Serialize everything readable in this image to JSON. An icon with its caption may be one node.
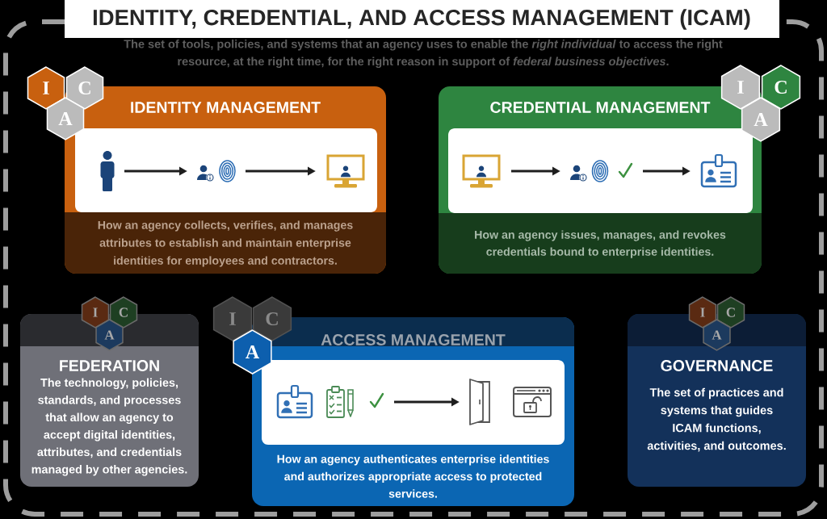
{
  "diagram": {
    "title": "IDENTITY, CREDENTIAL, AND ACCESS MANAGEMENT (ICAM)",
    "nodes": [
      {
        "text": [
          "I"
        ]
      },
      {
        "text": [
          "C"
        ]
      },
      {
        "text": [
          "A"
        ]
      },
      {
        "text": [
          "IDENTITY MANAGEMENT",
          "How an agency collects, verifies, and manages attributes to establish and maintain enterprise identities for employees and contractors."
        ]
      },
      {
        "text": [],
        "shape": "person",
        "in": 3
      },
      {
        "text": [],
        "shape": "picture",
        "in": 3
      },
      {
        "text": [],
        "shape": "picture",
        "in": 3
      },
      {
        "text": [
          "CREDENTIAL MANAGEMENT",
          "How an agency issues, manages, and revokes credentials bound to enterprise identities."
        ]
      },
      {
        "text": [],
        "shape": "picture",
        "in": 7
      },
      {
        "text": [],
        "shape": "picture",
        "in": 7
      },
      {
        "text": [],
        "shape": "picture",
        "in": 7
      },
      {
        "text": [
          "I"
        ]
      },
      {
        "text": [
          "C"
        ]
      },
      {
        "text": [
          "A"
        ]
      },
      {
        "text": [
          "I"
        ]
      },
      {
        "text": [
          "C"
        ]
      },
      {
        "text": [
          "FEDERATION",
          "The technology, policies, standards, and processes that allow an agency to accept digital identities, attributes, and credentials managed by other agencies."
        ]
      },
      {
        "text": [
          "A"
        ],
        "in": 16
      },
      {
        "text": [
          "I"
        ]
      },
      {
        "text": [
          "C"
        ]
      },
      {
        "text": [
          "A"
        ]
      },
      {
        "text": [
          "ACCESS MANAGEMENT",
          "How an agency authenticates enterprise identities and authorizes appropriate access to protected services."
        ]
      },
      {
        "text": [],
        "shape": "picture",
        "in": 21
      },
      {
        "text": [],
        "shape": "picture",
        "in": 21
      },
      {
        "text": [
          "I"
        ]
      },
      {
        "text": [
          "C"
        ]
      },
      {
        "text": [
          "GOVERNANCE",
          "The set of practices and systems that guides ICAM functions, activities, and outcomes."
        ]
      },
      {
        "text": [
          "A"
        ],
        "in": 26
      }
    ],
    "edges": [
      {
        "from": 4,
        "to": 5,
        "arrow": "to"
      },
      {
        "from": 5,
        "to": 6,
        "arrow": "to"
      },
      {
        "from": 8,
        "to": 9,
        "arrow": "to"
      },
      {
        "from": 9,
        "to": 10,
        "arrow": "to"
      },
      {
        "from": 22,
        "to": 23,
        "arrow": "to"
      }
    ],
    "labels": [
      "The set of tools, policies, and systems that an agency uses to enable the *right individual* to access the right resource, at the right time, for the right reason in support of *federal business objectives*."
    ]
  }
}
